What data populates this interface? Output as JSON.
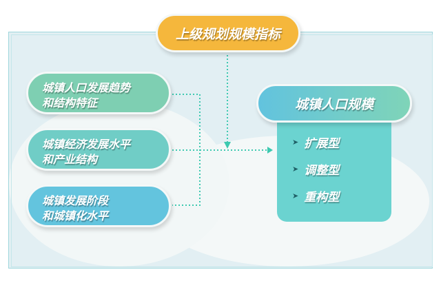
{
  "top": {
    "label": "上级规划规模指标"
  },
  "inputs": [
    {
      "line1": "城镇人口发展趋势",
      "line2": "和结构特征"
    },
    {
      "line1": "城镇经济发展水平",
      "line2": "和产业结构"
    },
    {
      "line1": "城镇发展阶段",
      "line2": "和城镇化水平"
    }
  ],
  "output": {
    "title": "城镇人口规模",
    "types": [
      "扩展型",
      "调整型",
      "重构型"
    ]
  },
  "colors": {
    "accent": "#f5b73c",
    "line": "#3cc9b0"
  }
}
